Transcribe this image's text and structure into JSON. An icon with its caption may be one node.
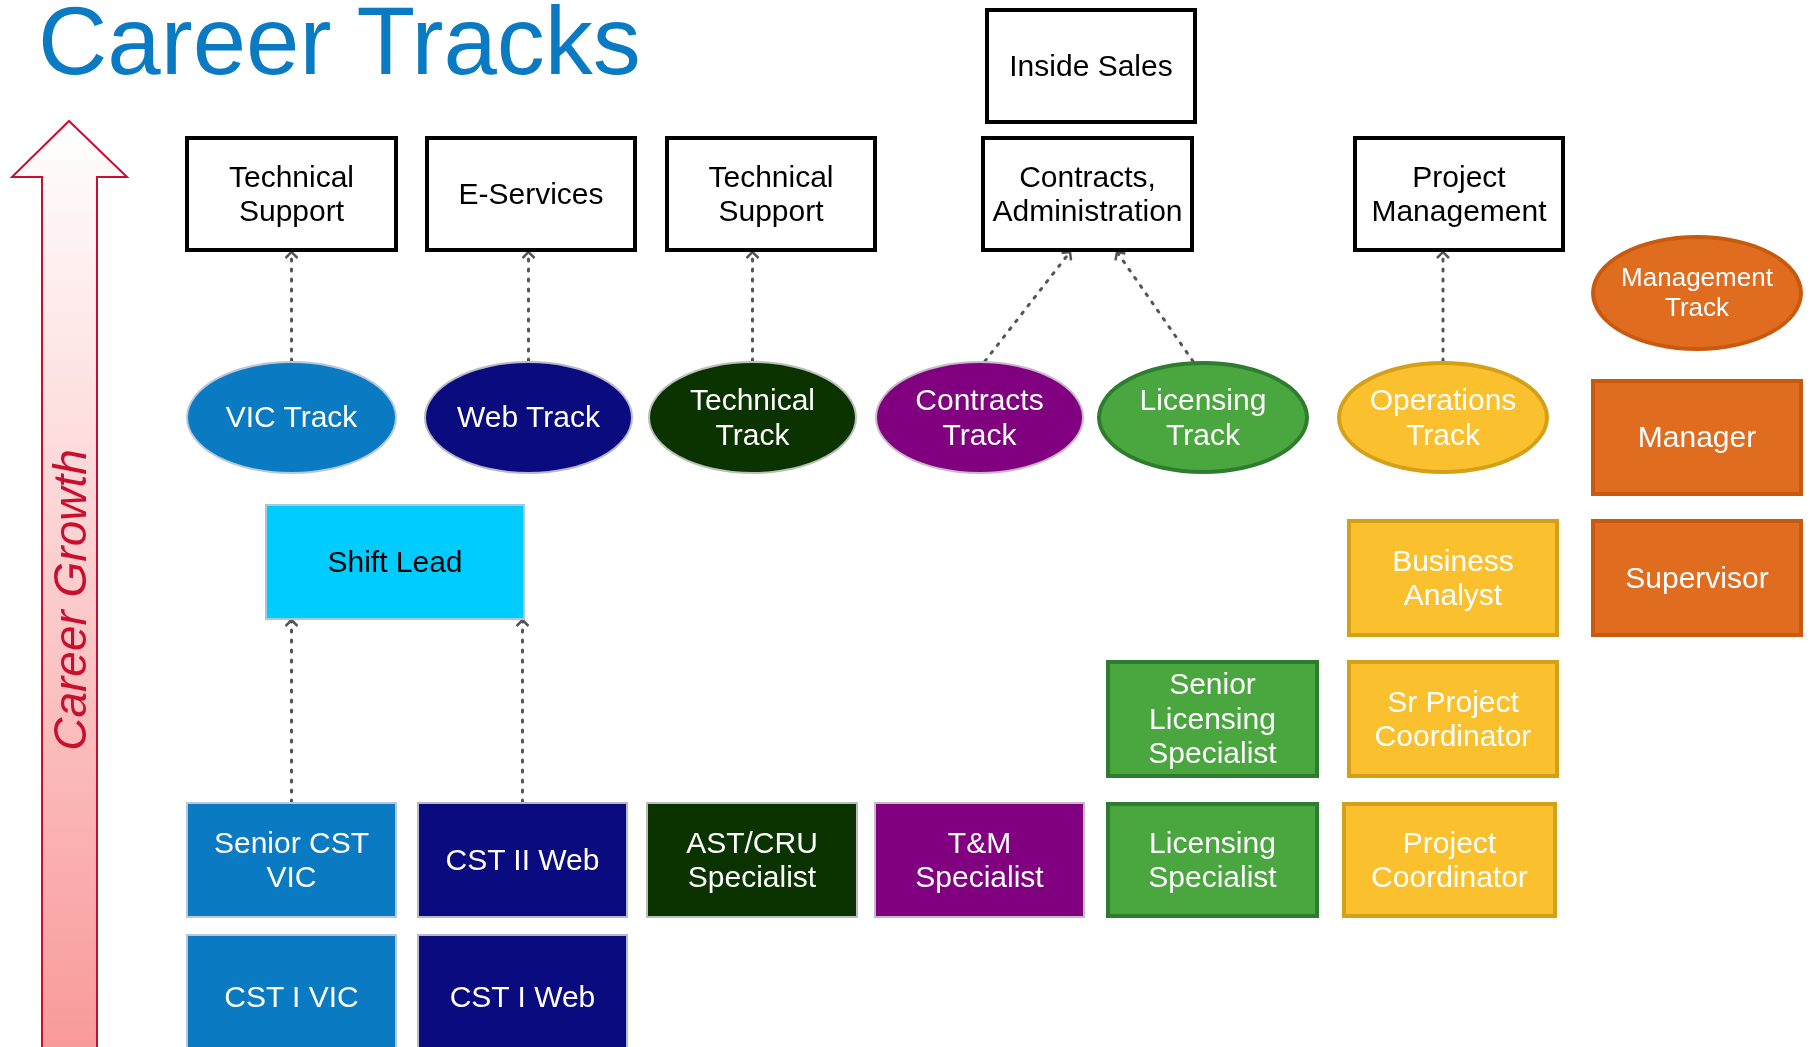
{
  "diagram": {
    "title": "Career Tracks",
    "nodes": [
      {
        "text": [
          "Technical Support"
        ]
      },
      {
        "text": [
          "E-Services"
        ]
      },
      {
        "text": [
          "Technical Support"
        ]
      },
      {
        "text": [
          "Inside Sales"
        ]
      },
      {
        "text": [
          "Contracts, Administration"
        ]
      },
      {
        "text": [
          "Project Management"
        ]
      },
      {
        "text": [
          "Management Track"
        ]
      },
      {
        "text": [
          "VIC Track"
        ]
      },
      {
        "text": [
          "Web Track"
        ]
      },
      {
        "text": [
          "Technical Track"
        ]
      },
      {
        "text": [
          "Contracts Track"
        ]
      },
      {
        "text": [
          "Licensing Track"
        ]
      },
      {
        "text": [
          "Operations Track"
        ]
      },
      {
        "text": [
          "Manager"
        ]
      },
      {
        "text": [
          "Shift Lead"
        ]
      },
      {
        "text": [
          "Business Analyst"
        ]
      },
      {
        "text": [
          "Supervisor"
        ]
      },
      {
        "text": [
          "Senior Licensing Specialist"
        ]
      },
      {
        "text": [
          "Sr Project Coordinator"
        ]
      },
      {
        "text": [
          "Senior CST VIC"
        ]
      },
      {
        "text": [
          "CST II Web"
        ]
      },
      {
        "text": [
          "AST/CRU Specialist"
        ]
      },
      {
        "text": [
          "T&M Specialist"
        ]
      },
      {
        "text": [
          "Licensing Specialist"
        ]
      },
      {
        "text": [
          "Project Coordinator"
        ]
      },
      {
        "text": [
          "CST I VIC"
        ]
      },
      {
        "text": [
          "CST I Web"
        ]
      }
    ],
    "edges": [
      {
        "from": 7,
        "to": 0,
        "arrow": "to"
      },
      {
        "from": 8,
        "to": 1,
        "arrow": "to"
      },
      {
        "from": 9,
        "to": 2,
        "arrow": "to"
      },
      {
        "from": 10,
        "to": 4,
        "arrow": "to"
      },
      {
        "from": 11,
        "to": 4,
        "arrow": "to"
      },
      {
        "from": 12,
        "to": 5,
        "arrow": "to"
      },
      {
        "from": 19,
        "to": 14,
        "arrow": "to"
      },
      {
        "from": 20,
        "to": 14,
        "arrow": "to"
      }
    ],
    "labels": [
      "Career Growth"
    ]
  }
}
